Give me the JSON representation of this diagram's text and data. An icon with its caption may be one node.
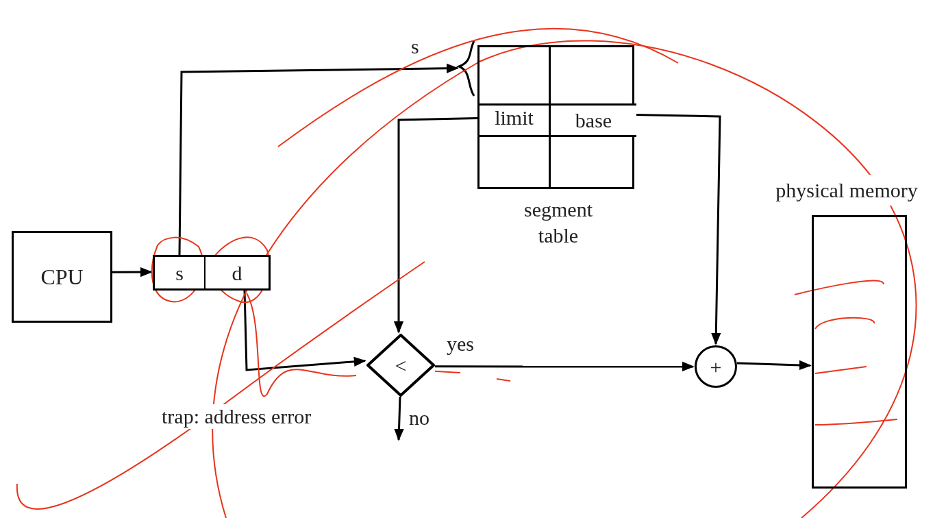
{
  "diagram": {
    "nodes": [
      {
        "text": [
          "CPU"
        ]
      },
      {
        "text": [
          "s"
        ]
      },
      {
        "text": [
          "d"
        ]
      },
      {
        "text": [
          "segment table"
        ]
      },
      {
        "text": [
          "limit"
        ],
        "in": 3
      },
      {
        "text": [
          "base"
        ],
        "in": 3
      },
      {
        "text": [
          "<"
        ]
      },
      {
        "text": [
          "+"
        ]
      },
      {
        "text": [
          "physical memory"
        ]
      }
    ],
    "edges": [
      {
        "from": 0,
        "to": 1,
        "arrow": "to"
      },
      {
        "from": 1,
        "to": 3,
        "arrow": "to"
      },
      {
        "from": 2,
        "to": 6,
        "arrow": "to"
      },
      {
        "from": 4,
        "to": 6,
        "arrow": "to"
      },
      {
        "from": 5,
        "to": 7,
        "arrow": "to"
      },
      {
        "from": 6,
        "to": 7,
        "arrow": "to",
        "label": "yes"
      },
      {
        "from": 6,
        "to": null,
        "arrow": "to",
        "label": "no"
      },
      {
        "from": 7,
        "to": 8,
        "arrow": "to"
      }
    ],
    "labels": [
      "s",
      "trap: address error"
    ]
  }
}
